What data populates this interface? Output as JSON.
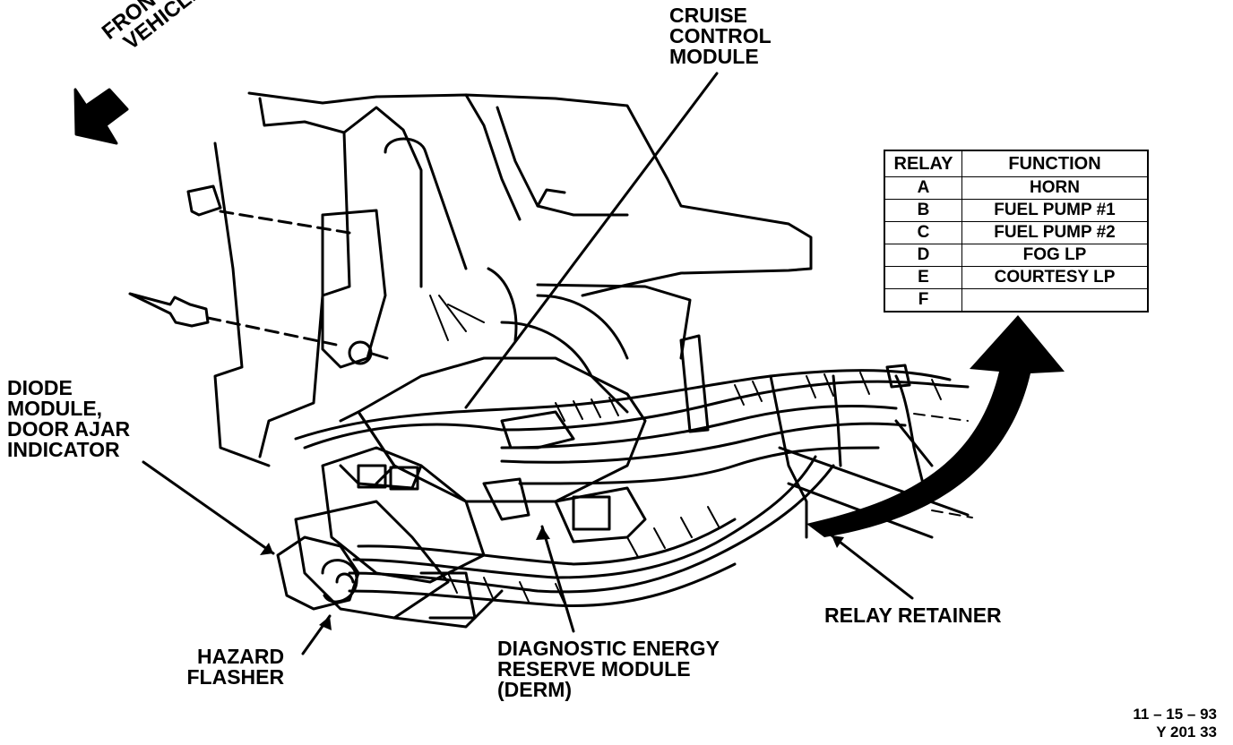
{
  "labels": {
    "front_of_vehicle": [
      "FRONT OF",
      "VEHICLE"
    ],
    "cruise_control_module": [
      "CRUISE",
      "CONTROL",
      "MODULE"
    ],
    "diode_module": [
      "DIODE",
      "MODULE,",
      "DOOR AJAR",
      "INDICATOR"
    ],
    "hazard_flasher": [
      "HAZARD",
      "FLASHER"
    ],
    "derm": [
      "DIAGNOSTIC ENERGY",
      "RESERVE MODULE",
      "(DERM)"
    ],
    "relay_retainer": "RELAY RETAINER"
  },
  "relay_table": {
    "headers": [
      "RELAY",
      "FUNCTION"
    ],
    "rows": [
      [
        "A",
        "HORN"
      ],
      [
        "B",
        "FUEL PUMP #1"
      ],
      [
        "C",
        "FUEL PUMP #2"
      ],
      [
        "D",
        "FOG LP"
      ],
      [
        "E",
        "COURTESY LP"
      ],
      [
        "F",
        ""
      ]
    ]
  },
  "footer": {
    "date": "11 – 15 – 93",
    "figure_code": "Y 201 33"
  }
}
